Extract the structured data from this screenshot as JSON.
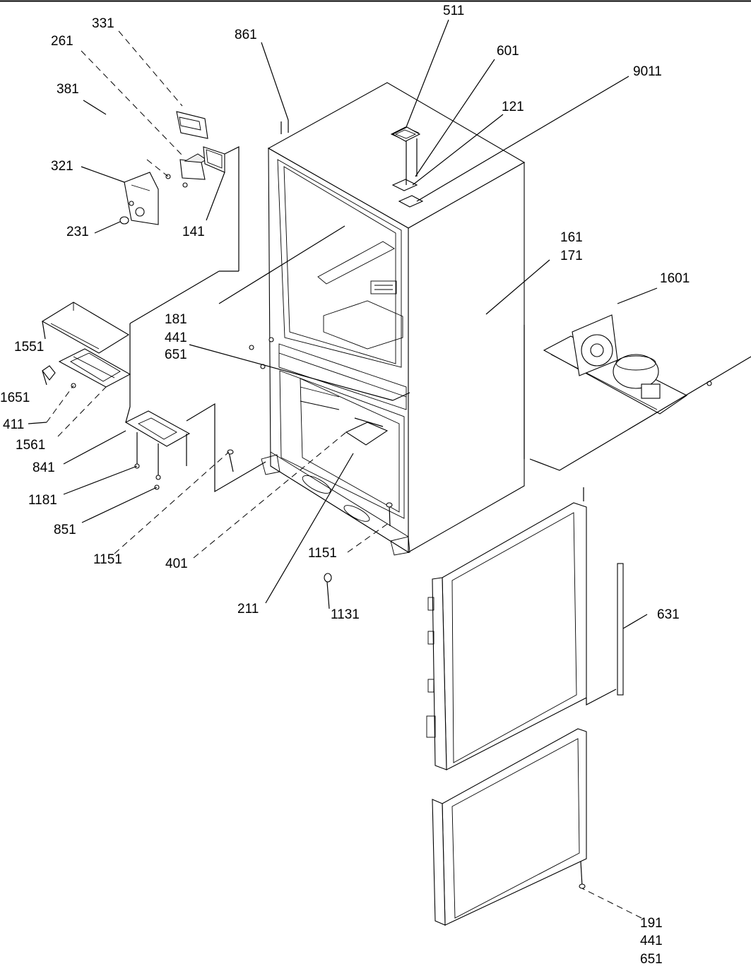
{
  "labels": {
    "p511": "511",
    "p331": "331",
    "p261": "261",
    "p861": "861",
    "p601": "601",
    "p381": "381",
    "p9011": "9011",
    "p121": "121",
    "p321": "321",
    "p231": "231",
    "p141": "141",
    "p161": "161",
    "p171": "171",
    "p1601": "1601",
    "p181": "181",
    "p441a": "441",
    "p651a": "651",
    "p1551": "1551",
    "p1651": "1651",
    "p411": "411",
    "p1561": "1561",
    "p841": "841",
    "p1181": "1181",
    "p851": "851",
    "p1151a": "1151",
    "p401": "401",
    "p1151b": "1151",
    "p211": "211",
    "p1131": "1131",
    "p631": "631",
    "p191": "191",
    "p441b": "441",
    "p651b": "651"
  }
}
